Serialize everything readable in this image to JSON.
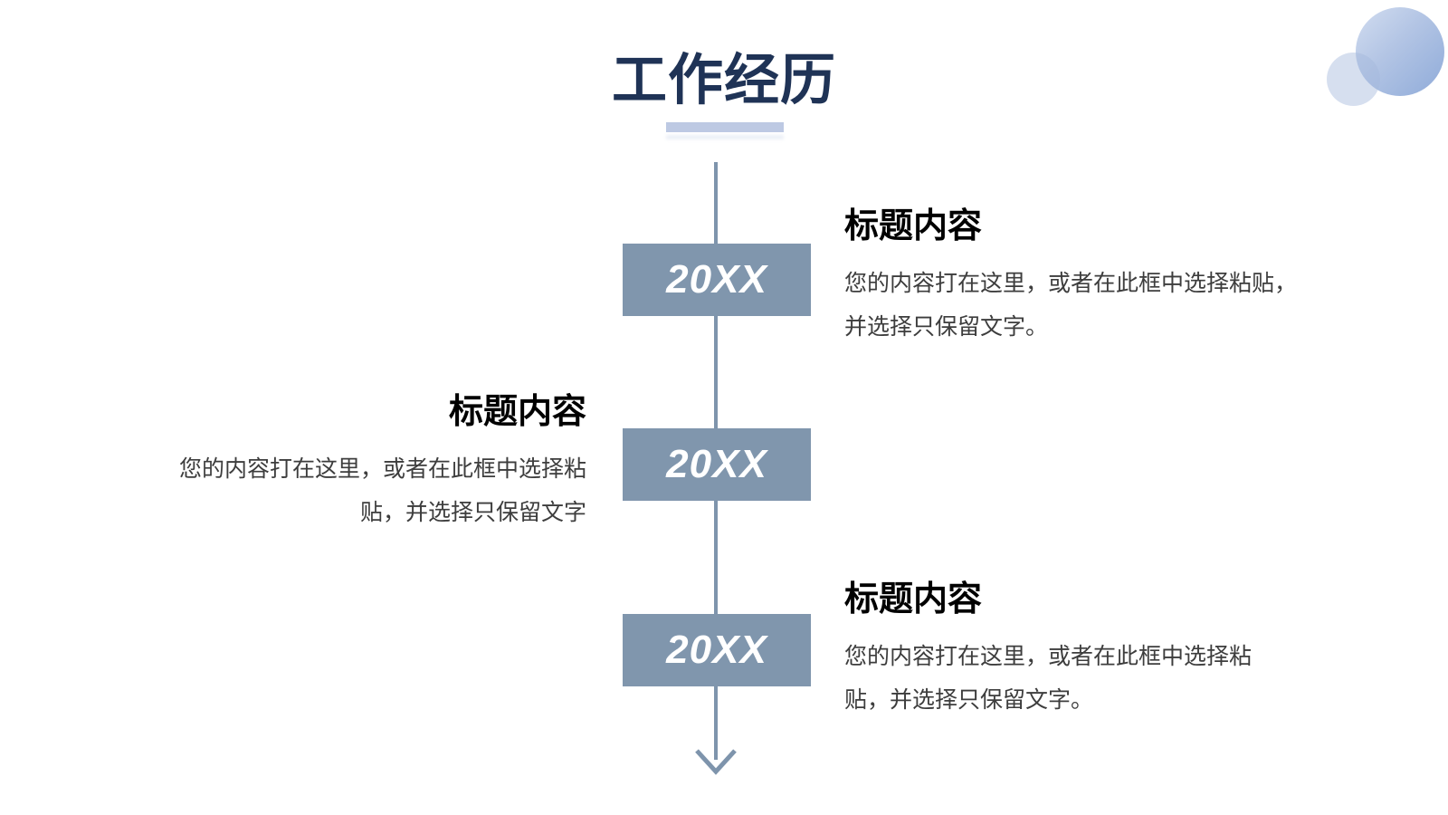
{
  "header": {
    "title": "工作经历"
  },
  "timeline": {
    "items": [
      {
        "year": "20XX",
        "side": "right",
        "heading": "标题内容",
        "body": "您的内容打在这里，或者在此框中选择粘贴，\n并选择只保留文字。"
      },
      {
        "year": "20XX",
        "side": "left",
        "heading": "标题内容",
        "body": "您的内容打在这里，或者在此框中选择粘\n贴，并选择只保留文字"
      },
      {
        "year": "20XX",
        "side": "right",
        "heading": "标题内容",
        "body": "您的内容打在这里，或者在此框中选择粘\n贴，并选择只保留文字。"
      }
    ]
  },
  "colors": {
    "title_navy": "#1f3356",
    "underline_bar": "#bdc9e3",
    "timeline_slate": "#7e94ac",
    "year_box_slate": "#8096ad",
    "year_text": "#ffffff",
    "heading_text": "#000000",
    "body_text": "#3d3d3d",
    "circle_gradient_light": "#d2ddf0",
    "circle_gradient_dark": "#8fabd9"
  },
  "decorations": {
    "arrow_direction": "down"
  }
}
